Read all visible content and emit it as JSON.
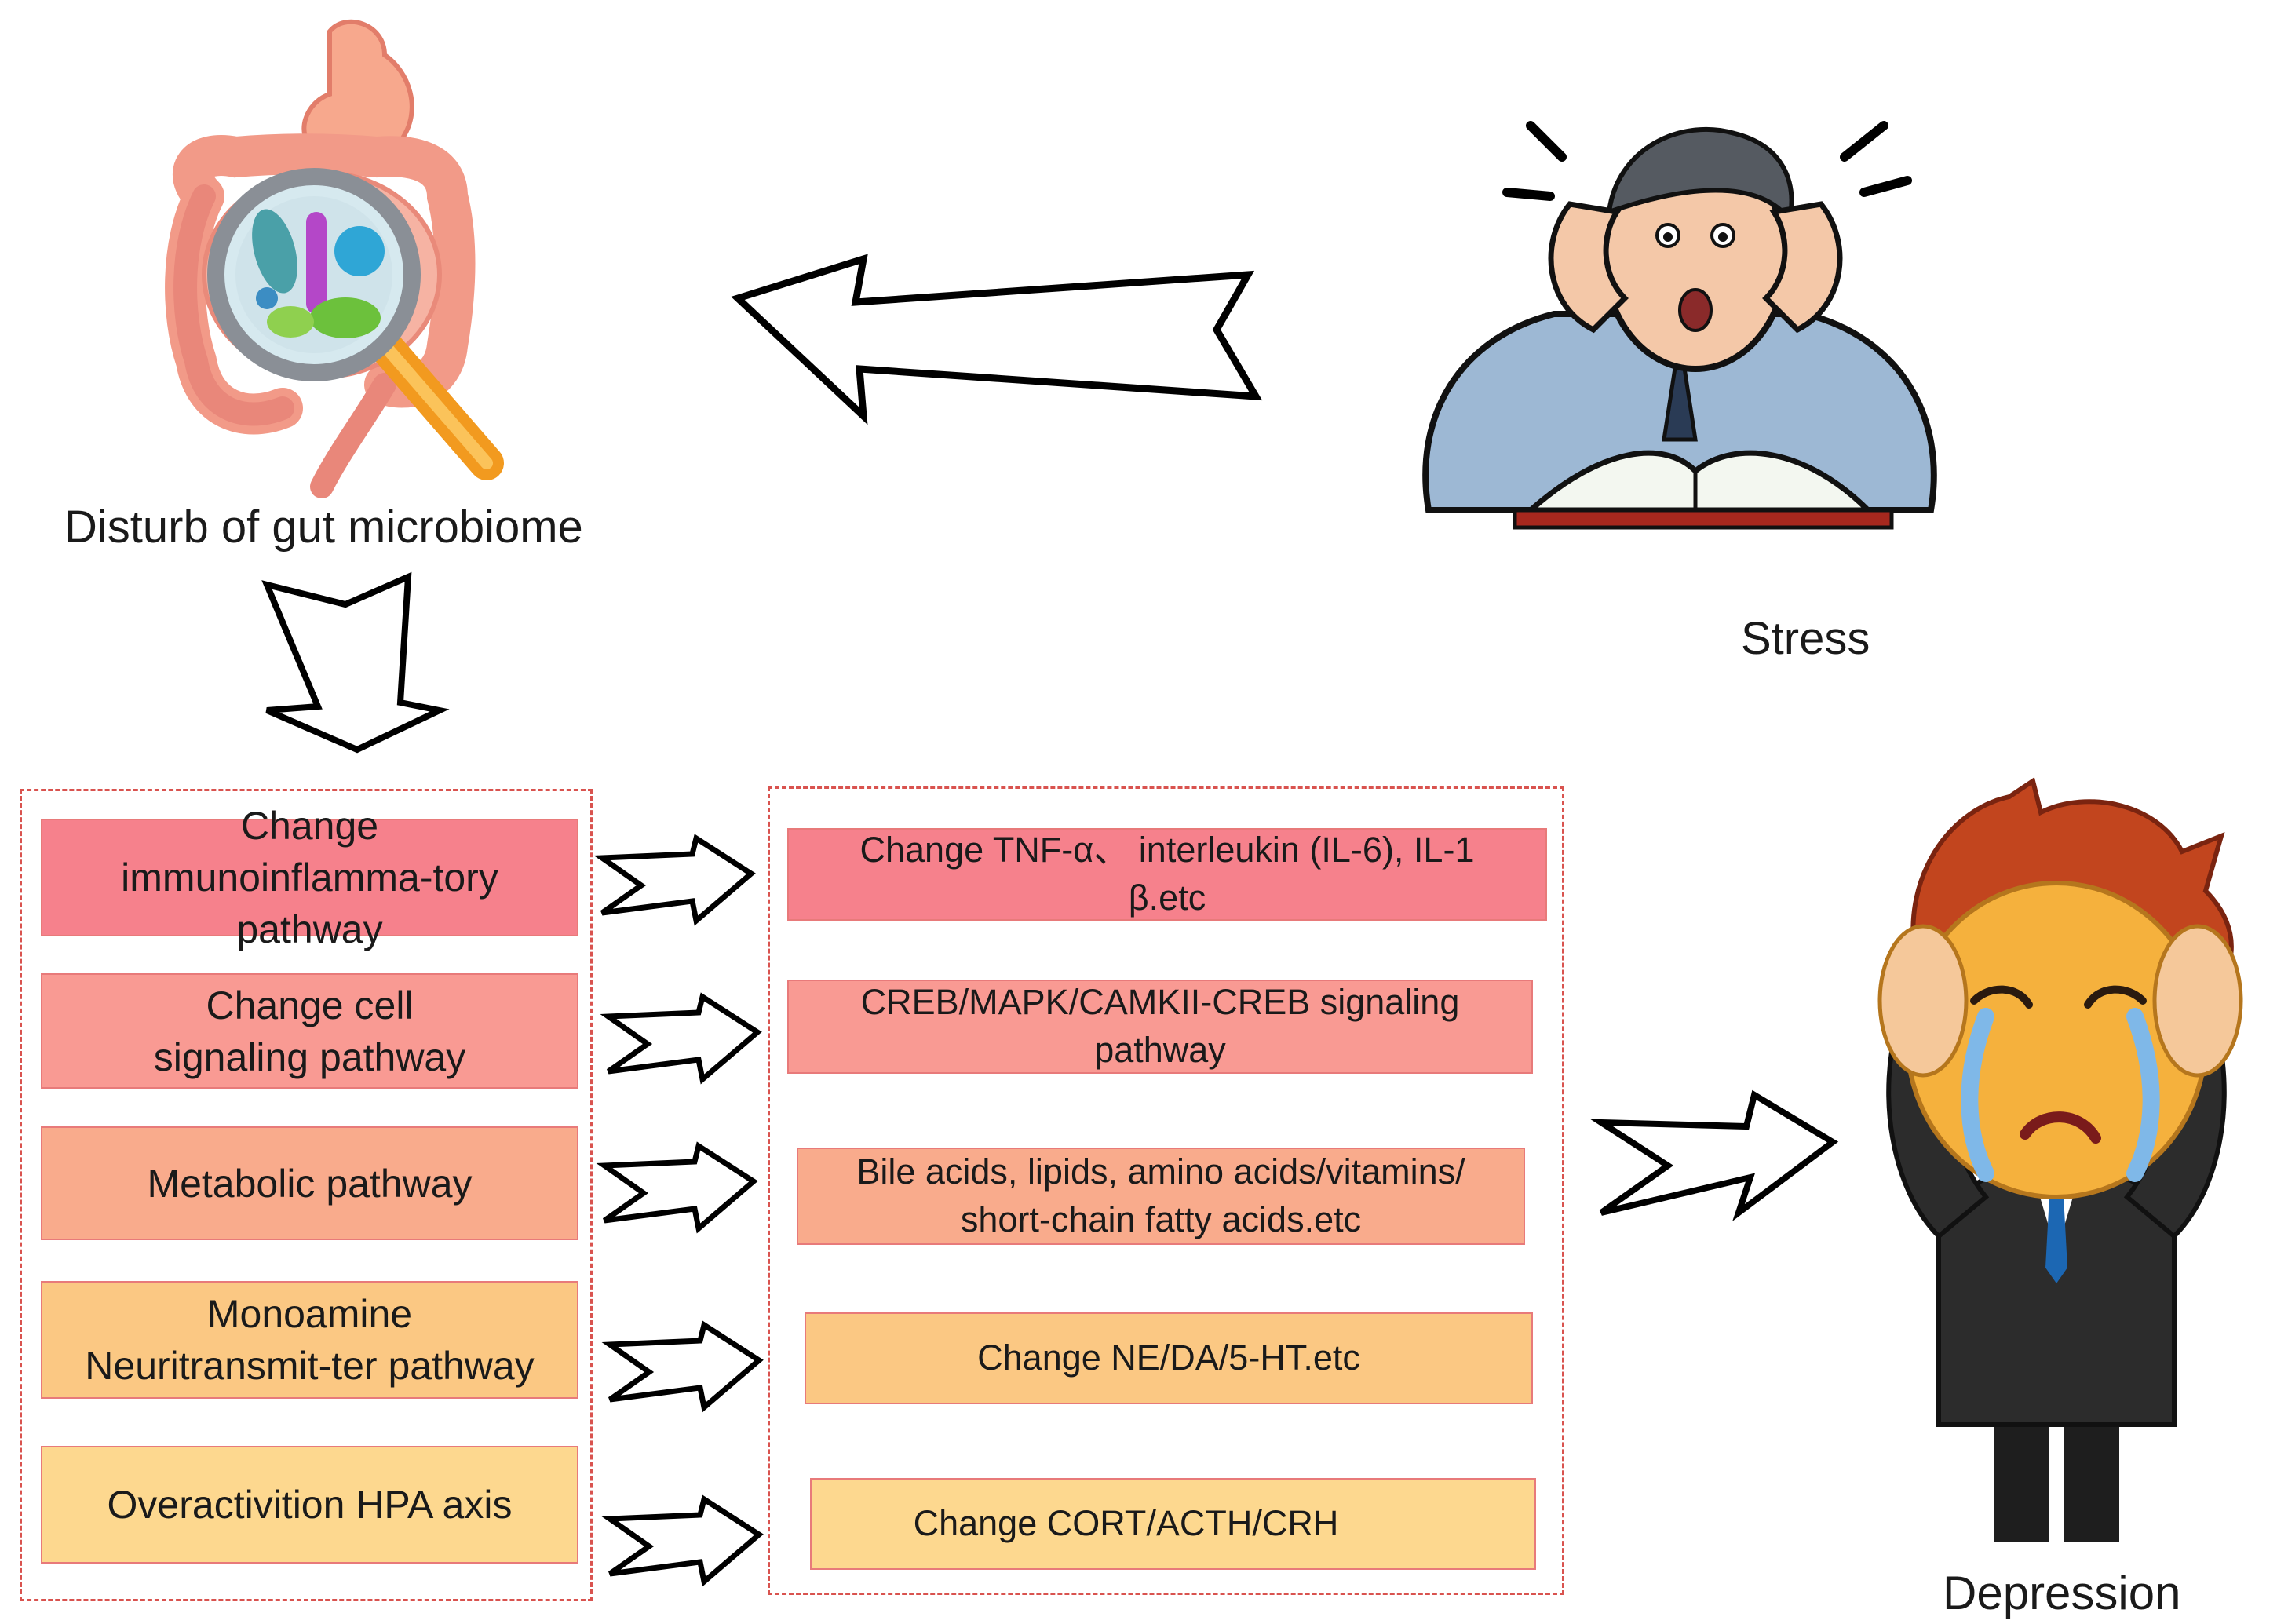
{
  "nodes": {
    "gut": {
      "label": "Disturb of gut microbiome",
      "icon": "gut-microbiome-magnifier-icon"
    },
    "stress": {
      "label": "Stress",
      "icon": "stressed-man-icon"
    },
    "depression": {
      "label": "Depression",
      "icon": "crying-man-icon"
    }
  },
  "pathways": [
    {
      "label": "Change immunoinflamma-tory pathway",
      "color": "#f6818c"
    },
    {
      "label": "Change cell signaling pathway",
      "color": "#f99a93"
    },
    {
      "label": "Metabolic pathway",
      "color": "#f9ab8c"
    },
    {
      "label": "Monoamine Neuritransmit-ter pathway",
      "color": "#fbc883"
    },
    {
      "label": "Overactivition HPA axis",
      "color": "#fdd88f"
    }
  ],
  "effects": [
    {
      "label": "Change TNF-α、 interleukin (IL-6), IL-1 β.etc",
      "color": "#f6818c"
    },
    {
      "label": "CREB/MAPK/CAMKII-CREB signaling pathway",
      "color": "#f99a93"
    },
    {
      "label": "Bile acids, lipids, amino acids/vitamins/ short-chain fatty acids.etc",
      "color": "#f9ab8c"
    },
    {
      "label": "Change NE/DA/5-HT.etc",
      "color": "#fbc883"
    },
    {
      "label": "Change CORT/ACTH/CRH",
      "color": "#fdd88f"
    }
  ],
  "colors": {
    "panel_border": "#d9534f",
    "box_border": "#e87a7a",
    "arrow": "#000000"
  }
}
